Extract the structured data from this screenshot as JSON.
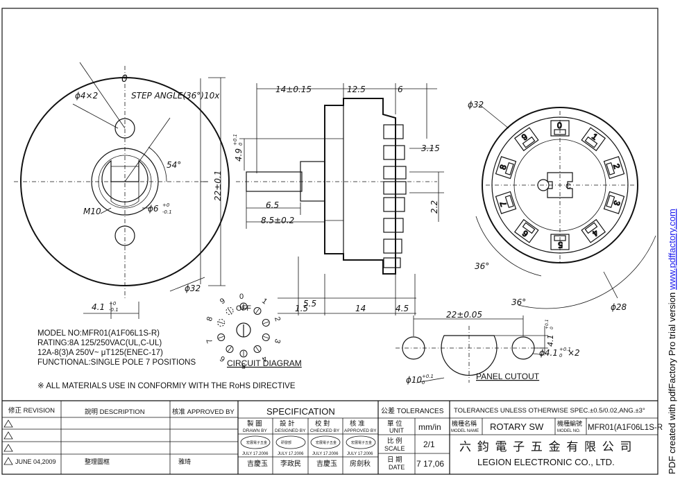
{
  "front_view": {
    "zero": "0",
    "holes": "ϕ4×2",
    "step_angle": "STEP  ANGLE(36°)10x",
    "angle": "54°",
    "height": "22±0.1",
    "m10": "M10",
    "shaft": "ϕ6",
    "shaft_tol_top": "+0",
    "shaft_tol_bottom": "-0.1",
    "outer": "ϕ32",
    "flat": "4.1",
    "flat_tol_top": "+0",
    "flat_tol_bottom": "-0.1"
  },
  "side_view": {
    "d_14_015": "14±0.15",
    "d_12_5": "12.5",
    "d_6": "6",
    "d_4_9": "4.9",
    "d_4_9_tol_top": "+0.1",
    "d_4_9_tol_bottom": "0",
    "d_3_15": "3.15",
    "d_6_5": "6.5",
    "d_8_5": "8.5±0.2",
    "d_2_2": "2.2",
    "d_1_5": "1.5",
    "d_14": "14",
    "d_4_5": "4.5",
    "d_5_5": "5.5"
  },
  "rear_view": {
    "outer": "ϕ32",
    "angle_a": "36°",
    "angle_b": "36°",
    "inner": "ϕ28",
    "center_label": "C",
    "terminals": [
      "0",
      "1",
      "2",
      "3",
      "4",
      "5",
      "6",
      "7",
      "8",
      "9"
    ]
  },
  "circuit": {
    "title": "CIRCUIT DIAGRAM",
    "off_zero": "0",
    "off": "OFF",
    "positions": [
      "1",
      "2",
      "3",
      "4",
      "5",
      "6",
      "7",
      "8",
      "9"
    ]
  },
  "panel": {
    "title": "PANEL CUTOUT",
    "width": "22±0.05",
    "center_hole": "ϕ10",
    "center_hole_tol_top": "+0.1",
    "center_hole_tol_bottom": "0",
    "flat": "4.1",
    "flat_tol_top": "+0.1",
    "flat_tol_bottom": "0",
    "side_holes": "ϕ4.1",
    "side_holes_tol_top": "+0.1",
    "side_holes_tol_bottom": "0",
    "side_holes_count": "×2"
  },
  "notes": {
    "model": "MODEL NO:MFR01(A1F06L1S-R)",
    "rating1": "RATING:8A 125/250VAC(UL,C-UL)",
    "rating2": "12A-8(3)A 250V~ μT125(ENEC-17)",
    "functional": "FUNCTIONAL:SINGLE POLE 7 POSITIONS",
    "rohs": "※ ALL MATERIALS USE IN CONFORMIY  WITH THE RoHS DIRECTIVE"
  },
  "title_block": {
    "revision_header": "修正 REVISION",
    "description_header": "說明 DESCRIPTION",
    "approved_header": "核准 APPROVED BY",
    "specification": "SPECIFICATION",
    "tolerances_header": "公差 TOLERANCES",
    "tolerances_text": "TOLERANCES UNLESS OTHERWISE SPEC.±0.5/0.02,ANG.±3°",
    "drawn_cn": "製  圖",
    "drawn_en": "DRAWN BY",
    "designed_cn": "設  計",
    "designed_en": "DESIGNED BY",
    "checked_cn": "校  對",
    "checked_en": "CHECKED BY",
    "approved_cn": "核  准",
    "approved_en": "APPROVED BY",
    "unit_cn": "單  位",
    "unit_en": "UNIT",
    "unit_value": "mm/in",
    "scale_cn": "比  例",
    "scale_en": "SCALE",
    "scale_value": "2/1",
    "date_cn": "日  期",
    "date_en": "DATE",
    "date_value": "7 17,06",
    "model_name_cn": "機種名稱",
    "model_name_en": "MODEL NAME",
    "model_name_value": "ROTARY SW",
    "model_no_cn": "機種編號",
    "model_no_en": "MODEL NO.",
    "model_no_value": "MFR01(A1F06L1S-R",
    "company_cn": "六 鈞 電 子 五 金 有 限 公 司",
    "company_en": "LEGION ELECTRONIC CO., LTD.",
    "rev_date": "JUNE 04,2009",
    "rev_desc": "整理圖框",
    "rev_approver": "雅琦",
    "stamp_dates": [
      "JULY 17.2006",
      "JULY 17.2006",
      "JULY 17.2006",
      "JULY 17.2006"
    ],
    "stamp_names": [
      "吉慶玉",
      "李政民",
      "吉慶玉",
      "房劍秋"
    ]
  },
  "watermark": {
    "text": "PDF created with pdfFactory Pro trial version ",
    "link": "www.pdffactory.com"
  }
}
